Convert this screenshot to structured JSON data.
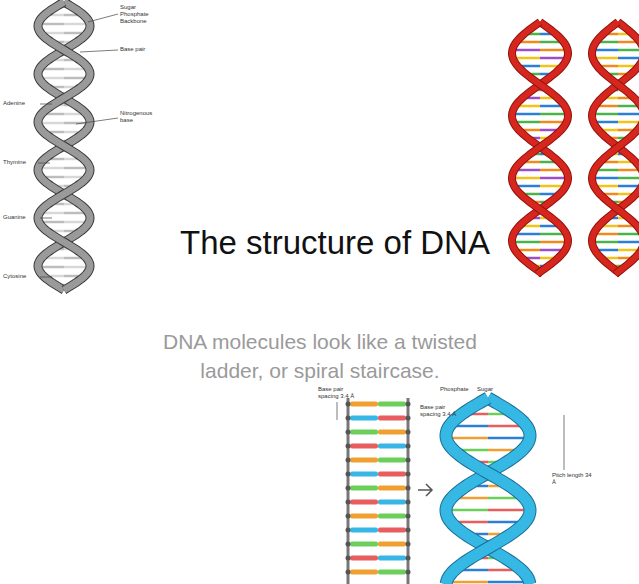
{
  "diagram": {
    "title": "The structure of DNA",
    "caption": "DNA molecules look like a twisted ladder, or spiral staircase.",
    "labels": [
      "Sugar Phosphate Backbone",
      "Base pair",
      "Nitrogenous base",
      "Adenine",
      "Thymine",
      "Guanine",
      "Cytosine",
      "Base pair spacing 3.4 Å",
      "Phosphate",
      "Sugar",
      "Base pair spacing 3.4 Å",
      "Pitch length 34 Å"
    ]
  }
}
